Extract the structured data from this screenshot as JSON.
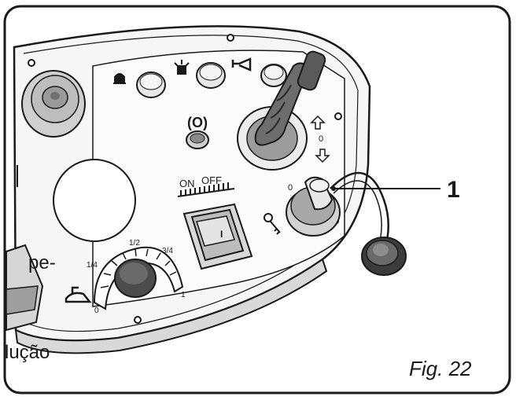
{
  "figure": {
    "caption": "Fig. 22",
    "callout_number": "1",
    "left_text_fragment_top": "pe-",
    "left_text_fragment_bottom": "lução"
  },
  "panel": {
    "switch_label_on": "ON",
    "switch_label_off": "OFF",
    "rocker_mark": "I",
    "key_mark": "0",
    "throttle_labels": [
      "1/4",
      "1/2",
      "3/4",
      "1",
      "0"
    ],
    "joystick_mark": "0"
  },
  "icons": [
    "horn-icon",
    "work-light-icon",
    "beacon-light-icon",
    "warning-light-icon",
    "turtle-speed-icon",
    "key-icon",
    "arrow-up-icon",
    "arrow-down-icon"
  ]
}
